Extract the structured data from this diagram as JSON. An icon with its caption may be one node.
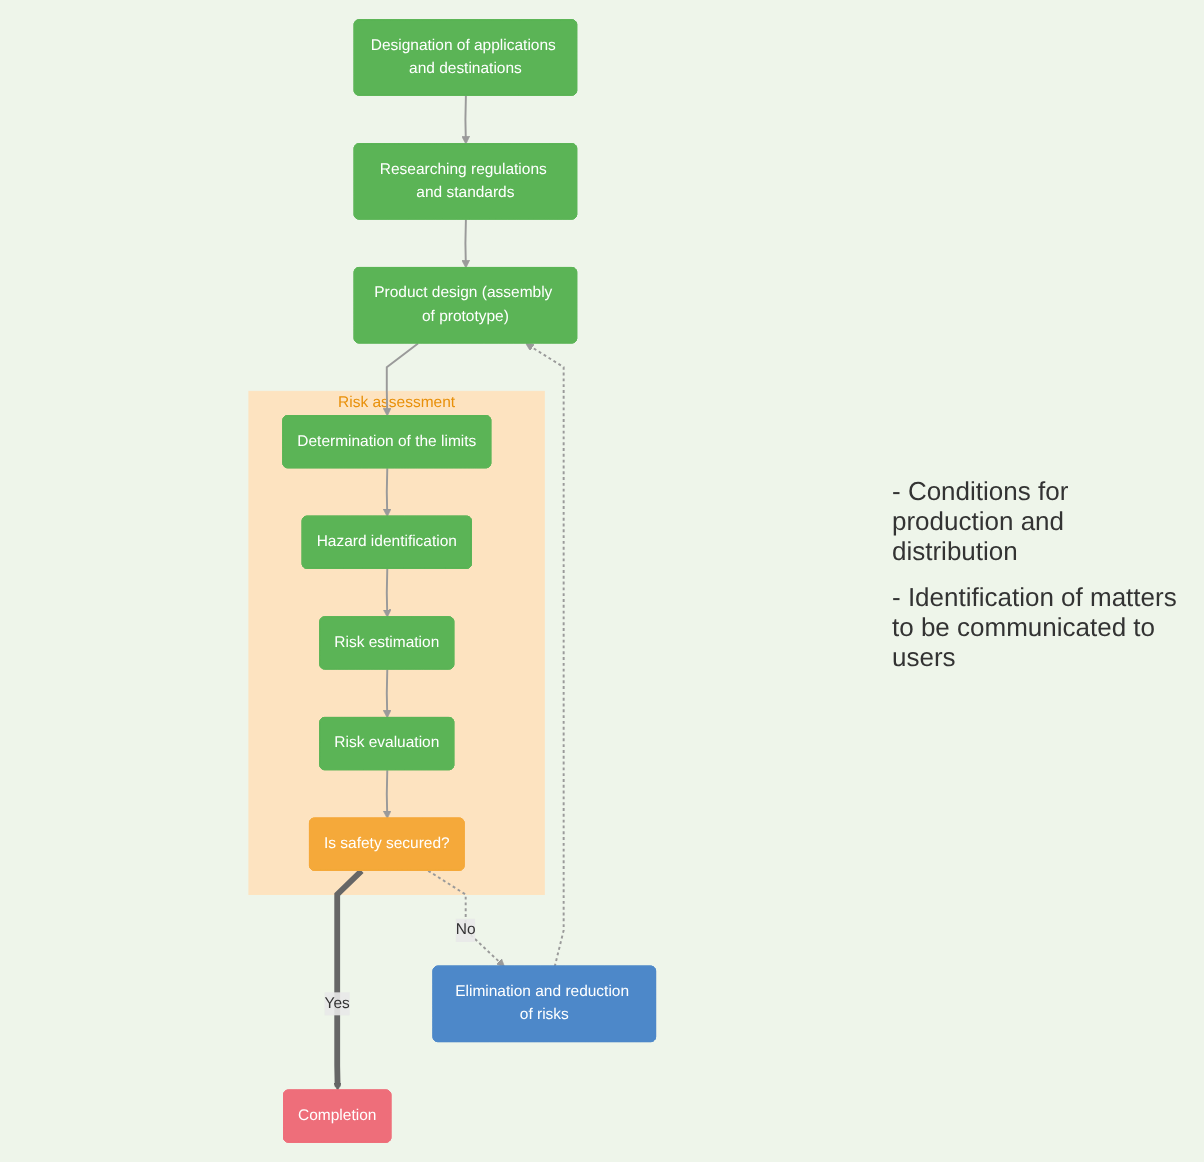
{
  "diagram": {
    "nodes": [
      {
        "text": [
          "Designation of applications and destinations"
        ]
      },
      {
        "text": [
          "Researching regulations and standards"
        ]
      },
      {
        "text": [
          "Product design (assembly of prototype)"
        ]
      },
      {
        "text": [
          "Risk assessment"
        ]
      },
      {
        "text": [
          "Determination of the limits"
        ],
        "in": 3
      },
      {
        "text": [
          "Hazard identification"
        ],
        "in": 3
      },
      {
        "text": [
          "Risk estimation"
        ],
        "in": 3
      },
      {
        "text": [
          "Risk evaluation"
        ],
        "in": 3
      },
      {
        "text": [
          "Is safety secured?"
        ],
        "in": 3
      },
      {
        "text": [
          "Completion"
        ],
        "beside": [
          "- Conditions for production and distribution",
          "- Identification of matters to be communicated to users"
        ]
      },
      {
        "text": [
          "Elimination and reduction of risks"
        ]
      }
    ],
    "edges": [
      {
        "from": 0,
        "to": 1,
        "arrow": "to"
      },
      {
        "from": 1,
        "to": 2,
        "arrow": "to"
      },
      {
        "from": 2,
        "to": 4,
        "arrow": "to"
      },
      {
        "from": 4,
        "to": 5,
        "arrow": "to"
      },
      {
        "from": 5,
        "to": 6,
        "arrow": "to"
      },
      {
        "from": 6,
        "to": 7,
        "arrow": "to"
      },
      {
        "from": 7,
        "to": 8,
        "arrow": "to"
      },
      {
        "from": 8,
        "to": 9,
        "label": "Yes",
        "arrow": "to",
        "style": "thick",
        "color": "#666666"
      },
      {
        "from": 8,
        "to": 10,
        "label": "No",
        "arrow": "to",
        "style": "dashed"
      },
      {
        "from": 10,
        "to": 2,
        "arrow": "to",
        "style": "dashed"
      }
    ]
  }
}
